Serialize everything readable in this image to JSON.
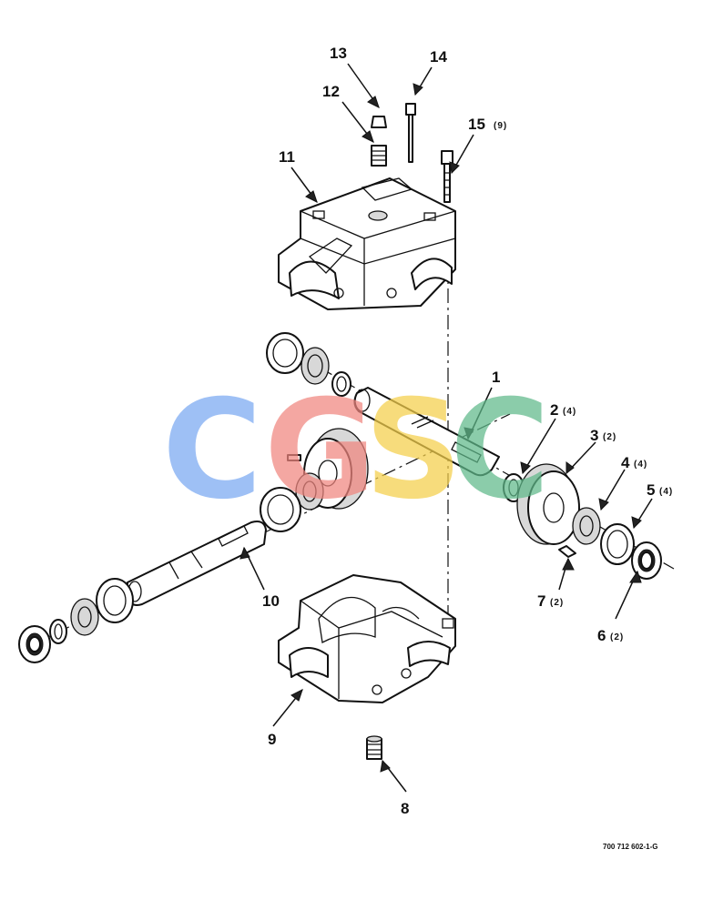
{
  "callouts": [
    {
      "num": "1",
      "qty": ""
    },
    {
      "num": "2",
      "qty": "(4)"
    },
    {
      "num": "3",
      "qty": "(2)"
    },
    {
      "num": "4",
      "qty": "(4)"
    },
    {
      "num": "5",
      "qty": "(4)"
    },
    {
      "num": "6",
      "qty": "(2)"
    },
    {
      "num": "7",
      "qty": "(2)"
    },
    {
      "num": "8",
      "qty": ""
    },
    {
      "num": "9",
      "qty": ""
    },
    {
      "num": "10",
      "qty": ""
    },
    {
      "num": "11",
      "qty": ""
    },
    {
      "num": "12",
      "qty": ""
    },
    {
      "num": "13",
      "qty": ""
    },
    {
      "num": "14",
      "qty": ""
    },
    {
      "num": "15",
      "qty": "(9)"
    }
  ],
  "drawing_reference": "700 712 602-1-G",
  "watermark": {
    "text": "CGSC",
    "colors": [
      "#7aa8f2",
      "#f0867f",
      "#f5cf4a",
      "#5fb98a"
    ]
  }
}
